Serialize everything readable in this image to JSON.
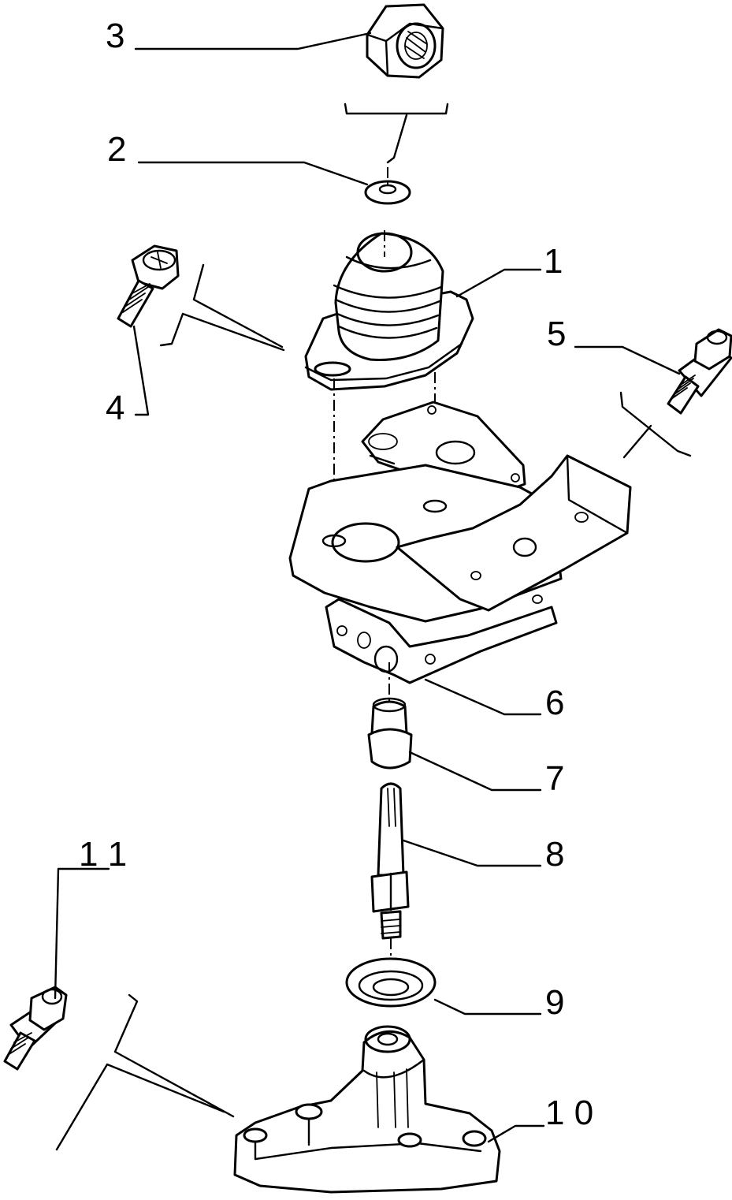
{
  "diagram": {
    "type": "exploded-parts-view",
    "colors": {
      "line": "#000000",
      "background": "#ffffff"
    },
    "callouts": [
      {
        "id": "1",
        "label": "1"
      },
      {
        "id": "2",
        "label": "2"
      },
      {
        "id": "3",
        "label": "3"
      },
      {
        "id": "4",
        "label": "4"
      },
      {
        "id": "5",
        "label": "5"
      },
      {
        "id": "6",
        "label": "6"
      },
      {
        "id": "7",
        "label": "7"
      },
      {
        "id": "8",
        "label": "8"
      },
      {
        "id": "9",
        "label": "9"
      },
      {
        "id": "10",
        "label": "1 0"
      },
      {
        "id": "11",
        "label": "1 1"
      }
    ]
  }
}
